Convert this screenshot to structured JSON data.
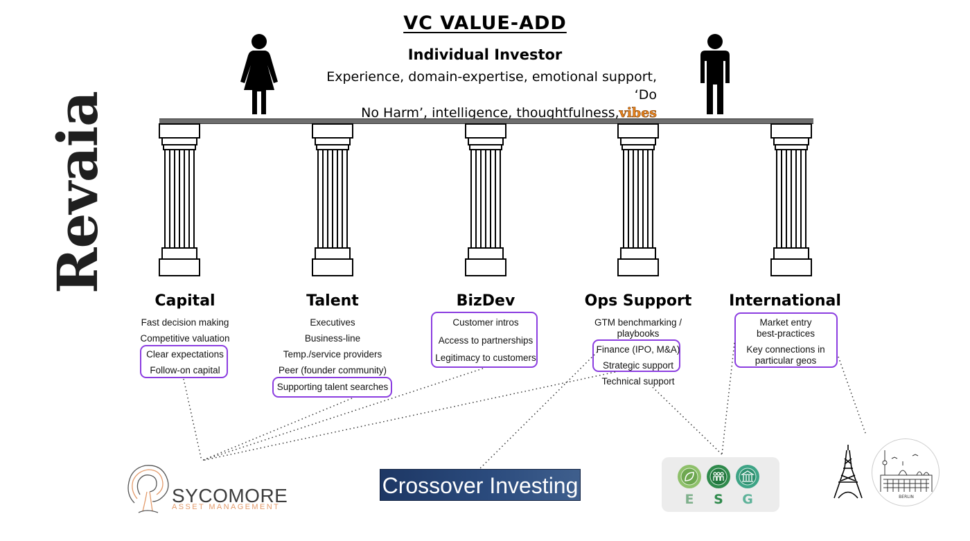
{
  "title": "VC VALUE-ADD",
  "subtitle": "Individual Investor",
  "description": {
    "line1": "Experience, domain-expertise, emotional support, ‘Do",
    "line2": "No Harm’, intelligence, thoughtfulness,",
    "highlight": "vibes"
  },
  "brand": "Revaia",
  "pillars": [
    {
      "label": "Capital",
      "items": [
        "Fast decision making",
        "Competitive valuation",
        "Clear expectations",
        "Follow-on capital"
      ]
    },
    {
      "label": "Talent",
      "items": [
        "Executives",
        "Business-line",
        "Temp./service providers",
        "Peer (founder community)",
        "Supporting talent searches"
      ]
    },
    {
      "label": "BizDev",
      "items": [
        "Customer intros",
        "Access to partnerships",
        "Legitimacy to customers"
      ]
    },
    {
      "label": "Ops Support",
      "items": [
        "GTM benchmarking /",
        "playbooks",
        "Finance (IPO, M&A)",
        "Strategic support",
        "Technical support"
      ]
    },
    {
      "label": "International",
      "items": [
        "Market entry",
        "best-practices",
        "Key connections in",
        "particular geos"
      ]
    }
  ],
  "logos": {
    "sycomore": {
      "name": "SYCOMORE",
      "sub": "ASSET MANAGEMENT"
    },
    "crossover": "Crossover Investing",
    "esg": [
      "E",
      "S",
      "G"
    ],
    "berlin": "BERLIN"
  },
  "colors": {
    "highlight_box": "#8b3de0",
    "vibes": "#e8841e",
    "beam": "#6e6e6e",
    "crossover_bg": "#1d3764",
    "esg_green": "#3f9a5c"
  },
  "icons": [
    "woman-figure-icon",
    "man-figure-icon",
    "pillar-icon",
    "eiffel-tower-icon",
    "berlin-skyline-icon",
    "leaf-icon",
    "people-icon",
    "building-icon",
    "tree-icon"
  ]
}
